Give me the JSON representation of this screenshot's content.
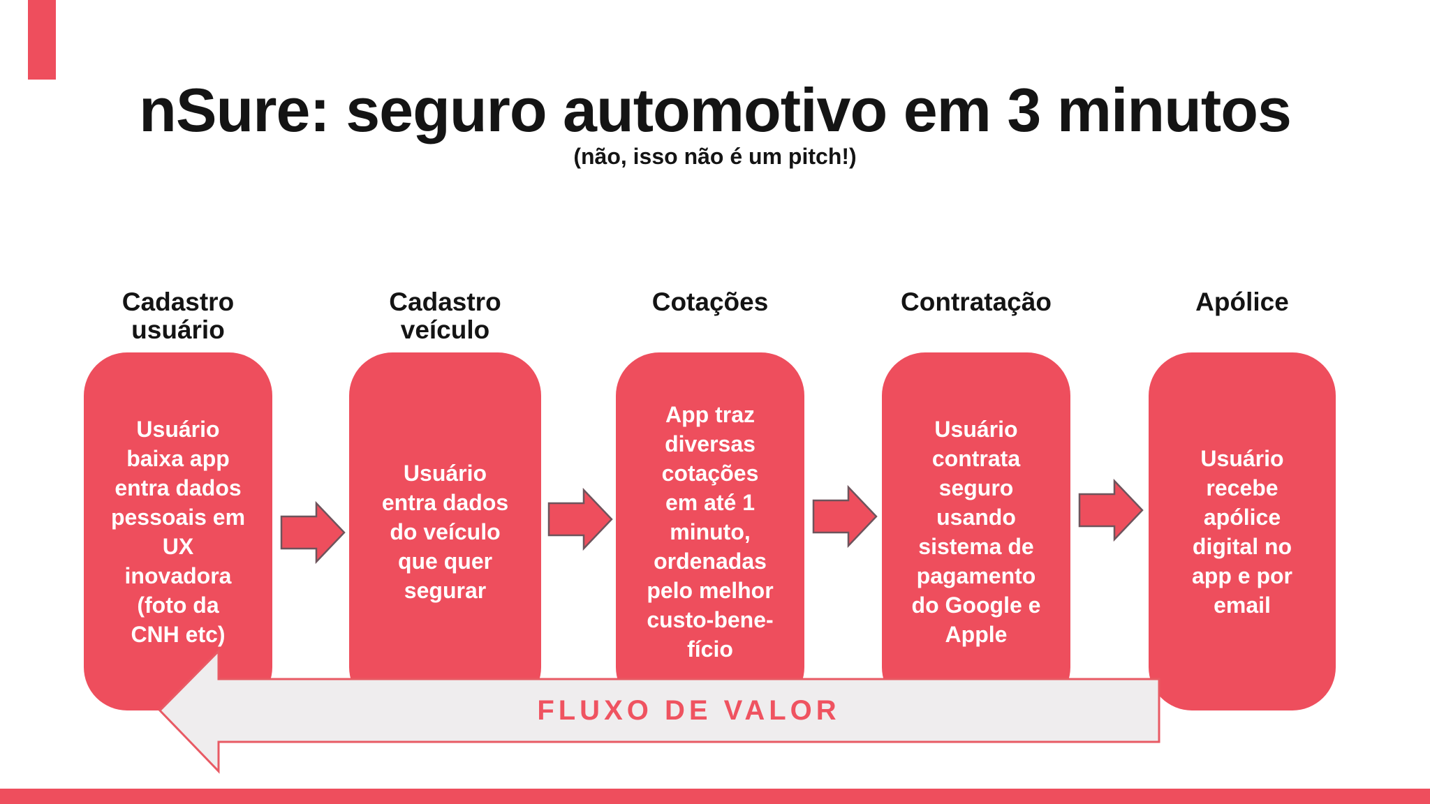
{
  "slide": {
    "title": "nSure: seguro automotivo em 3 minutos",
    "subtitle": "(não, isso não é um pitch!)",
    "value_flow_label": "FLUXO DE VALOR"
  },
  "steps": [
    {
      "header": "Cadastro\nusuário",
      "body": "Usuário\nbaixa app\nentra dados\npessoais em\nUX\ninovadora\n(foto da\nCNH etc)"
    },
    {
      "header": "Cadastro\nveículo",
      "body": "Usuário\nentra dados\ndo veículo\nque quer\nsegurar"
    },
    {
      "header": "Cotações",
      "body": "App traz\ndiversas\ncotações\nem até 1\nminuto,\nordenadas\npelo melhor\ncusto-bene-\nfício"
    },
    {
      "header": "Contratação",
      "body": "Usuário\ncontrata\nseguro\nusando\nsistema de\npagamento\ndo Google e\nApple"
    },
    {
      "header": "Apólice",
      "body": "Usuário\nrecebe\napólice\ndigital no\napp e por\nemail"
    }
  ],
  "colors": {
    "primary_red": "#ee4e5d",
    "box_text": "#ffffff",
    "heading_text": "#141414",
    "flow_arrow_fill": "#efedee",
    "flow_arrow_stroke": "#e85a64",
    "flow_label_text": "#ef5360",
    "step_arrow_outline": "#6e545c"
  }
}
